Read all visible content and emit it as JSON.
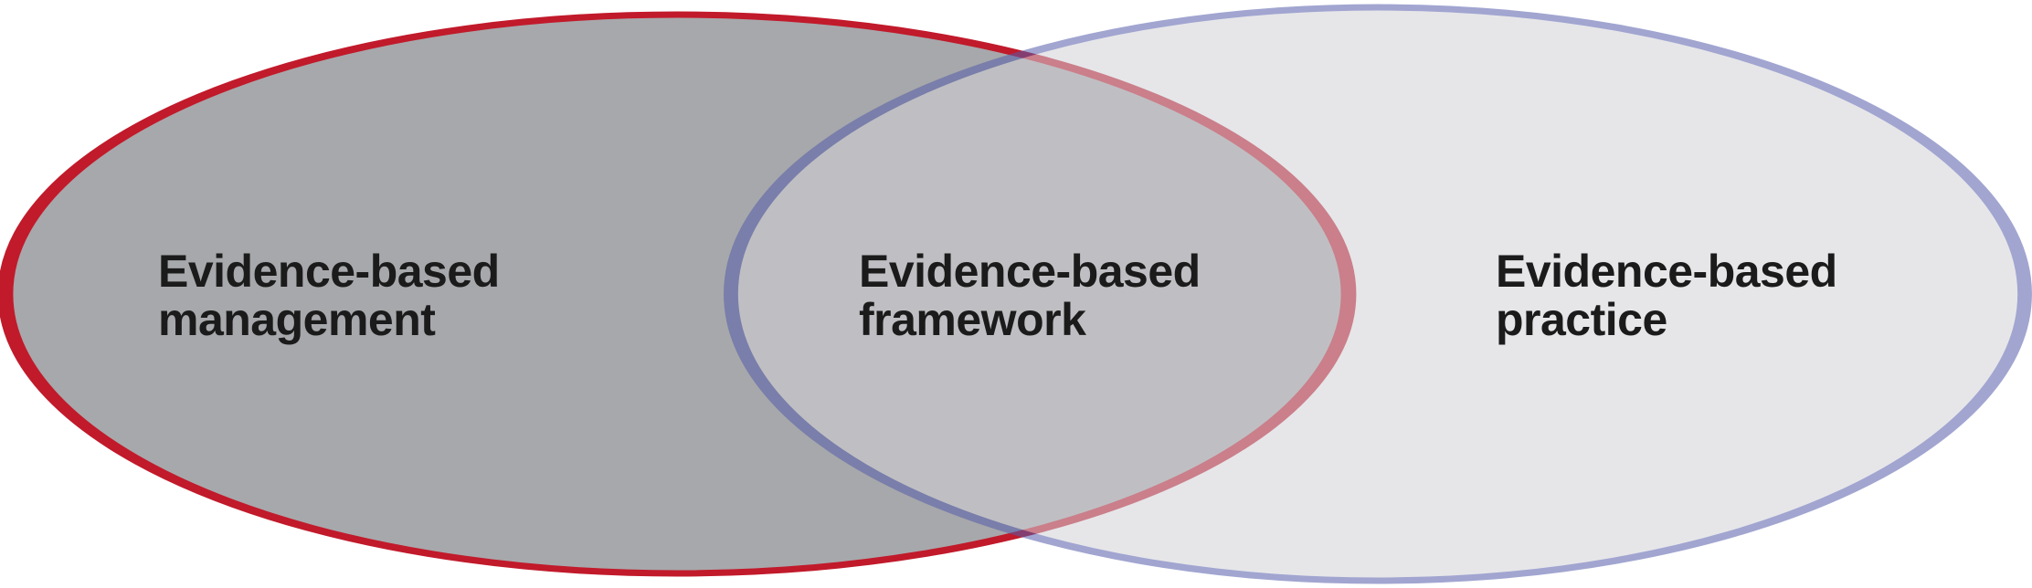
{
  "diagram": {
    "type": "venn",
    "background_color": "#ffffff",
    "label_color": "#1b1b1b",
    "sets": [
      {
        "name": "Evidence-based management",
        "label_line1": "Evidence-based",
        "label_line2": "management",
        "fill": "#a7a8ab",
        "stroke": "#c11a2b",
        "opacity": "1"
      },
      {
        "name": "Evidence-based practice",
        "label_line1": "Evidence-based",
        "label_line2": "practice",
        "fill": "#d3d3d8",
        "stroke": "#555caa",
        "opacity": "0.55"
      }
    ],
    "intersection": {
      "name": "Evidence-based framework",
      "label_line1": "Evidence-based",
      "label_line2": "framework"
    }
  }
}
